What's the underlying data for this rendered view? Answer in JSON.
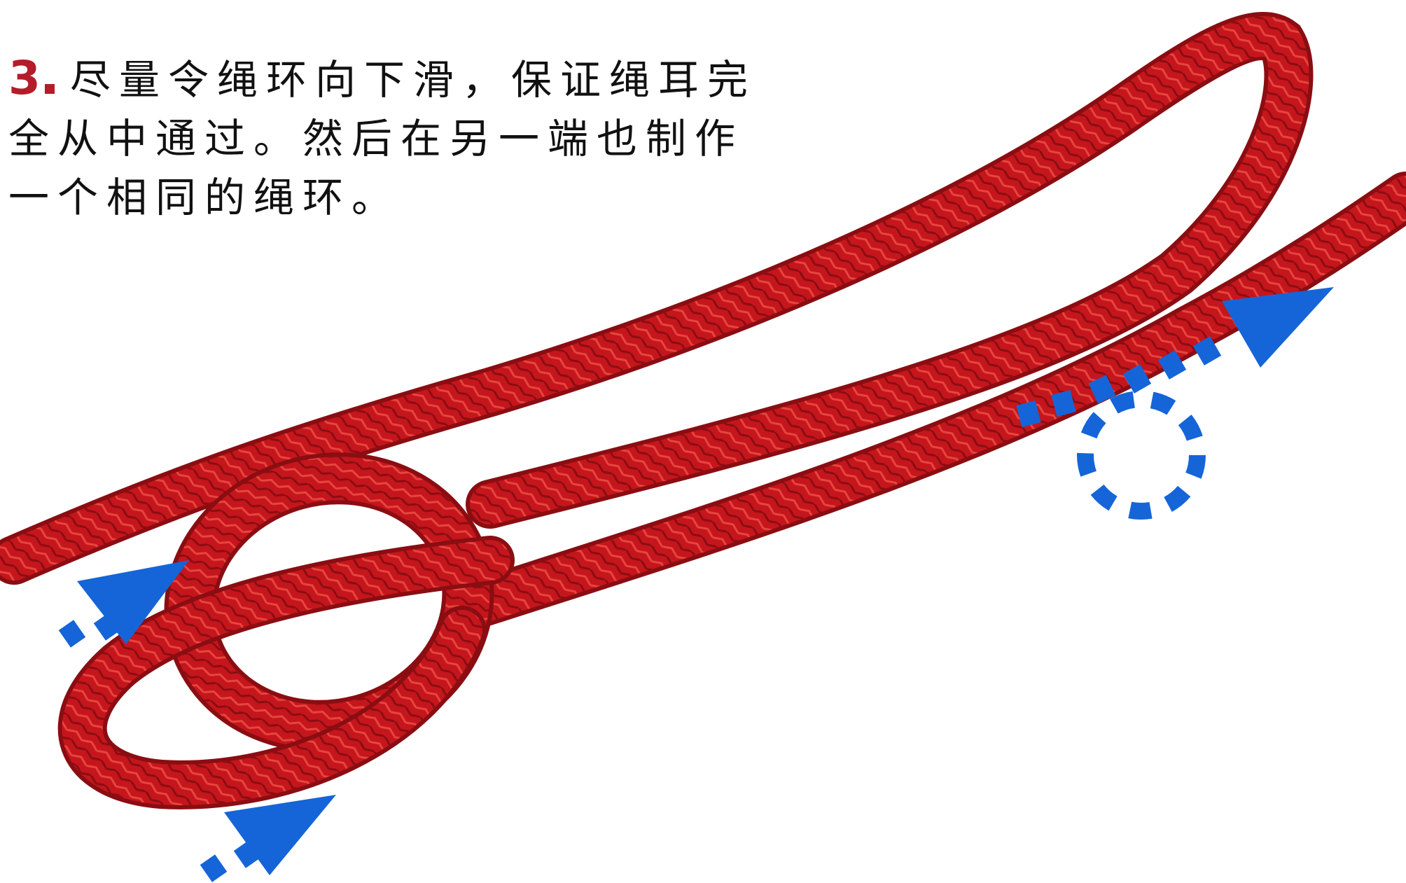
{
  "instruction": {
    "step_number": "3",
    "lines": [
      "尽量令绳环向下滑，保证绳耳完",
      "全从中通过。然后在另一端也制作",
      "一个相同的绳环。"
    ]
  },
  "colors": {
    "rope": "#c4161c",
    "rope_shadow": "#8a0d12",
    "rope_highlight": "#e8453f",
    "arrow": "#1565d8",
    "step_number": "#b51c2a",
    "text": "#111111"
  },
  "icons": [
    "arrow-icon",
    "dashed-circle-icon"
  ]
}
